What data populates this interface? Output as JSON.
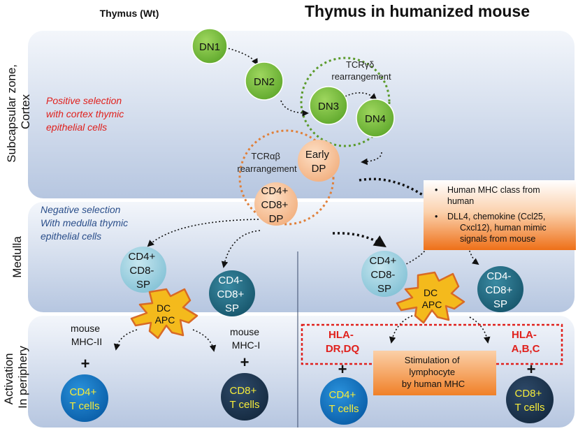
{
  "titles": {
    "left": "Thymus (Wt)",
    "right": "Thymus in humanized mouse"
  },
  "zones": {
    "cortex_line1": "Subcapsular zone,",
    "cortex_line2": "Cortex",
    "medulla": "Medulla",
    "periphery_line1": "Activation",
    "periphery_line2": "In periphery"
  },
  "annotations": {
    "positive_selection": [
      "Positive selection",
      "with cortex thymic",
      "epithelial cells"
    ],
    "negative_selection": [
      "Negative selection",
      "With medulla thymic",
      "epithelial cells"
    ],
    "tcr_gd": [
      "TCRγδ",
      "rearrangement"
    ],
    "tcr_ab": [
      "TCRαβ",
      "rearrangement"
    ]
  },
  "cells": {
    "dn1": "DN1",
    "dn2": "DN2",
    "dn3": "DN3",
    "dn4": "DN4",
    "early_dp": [
      "Early",
      "DP"
    ],
    "dp": [
      "CD4+",
      "CD8+",
      "DP"
    ],
    "left_cd4_sp": [
      "CD4+",
      "CD8-",
      "SP"
    ],
    "left_cd8_sp": [
      "CD4-",
      "CD8+",
      "SP"
    ],
    "right_cd4_sp": [
      "CD4+",
      "CD8-",
      "SP"
    ],
    "right_cd8_sp": [
      "CD4-",
      "CD8+",
      "SP"
    ],
    "dc_apc": [
      "DC",
      "APC"
    ],
    "left_cd4_t": [
      "CD4+",
      "T cells"
    ],
    "left_cd8_t": [
      "CD8+",
      "T cells"
    ],
    "right_cd4_t": [
      "CD4+",
      "T cells"
    ],
    "right_cd8_t": [
      "CD8+",
      "T cells"
    ]
  },
  "mhc": {
    "mouse_mhc2": [
      "mouse",
      "MHC-II"
    ],
    "mouse_mhc1": [
      "mouse",
      "MHC-I"
    ],
    "hla_dr": [
      "HLA-",
      "DR,DQ"
    ],
    "hla_abc": [
      "HLA-",
      "A,B,C"
    ],
    "plus": "+"
  },
  "info_box": {
    "bullets": [
      [
        "Human MHC class from",
        "human"
      ],
      [
        "DLL4, chemokine (Ccl25,",
        "Cxcl12), human mimic",
        "signals from mouse"
      ]
    ]
  },
  "stimulation_box": [
    "Stimulation  of",
    "lymphocyte",
    "by human  MHC"
  ],
  "colors": {
    "zone_top": "#eef2fa",
    "zone_bottom": "#b8c8e2",
    "dn_green": "#7ec242",
    "dp_peach": "#f8c8a0",
    "sp_light": "#9fd2e0",
    "sp_dark": "#1e6a82",
    "t_cd4": "#0d74c0",
    "t_cd8": "#1d3650",
    "apc_yellow": "#f4ba1c",
    "apc_outline": "#d86a26",
    "hla_red": "#e0201c",
    "info_orange": "#f07a1e",
    "positive_red": "#e0201c",
    "negative_blue": "#2a4e8a"
  }
}
